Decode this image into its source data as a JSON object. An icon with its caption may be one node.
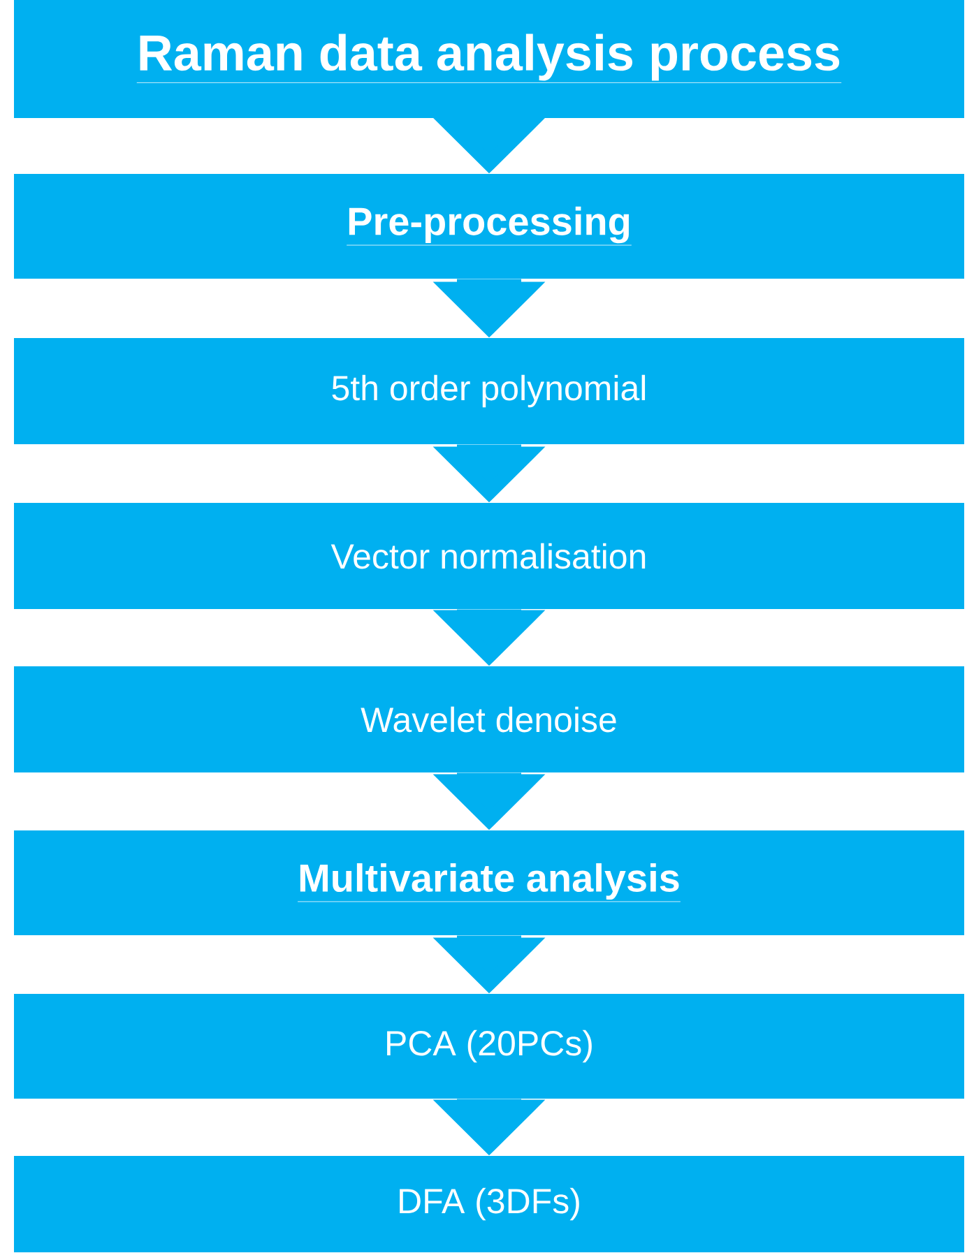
{
  "diagram": {
    "nodes": [
      {
        "text": [
          "Raman data analysis process"
        ]
      },
      {
        "text": [
          "Pre-processing"
        ]
      },
      {
        "text": [
          "5th order polynomial"
        ]
      },
      {
        "text": [
          "Vector normalisation"
        ]
      },
      {
        "text": [
          "Wavelet denoise"
        ]
      },
      {
        "text": [
          "Multivariate analysis"
        ]
      },
      {
        "text": [
          "PCA (20PCs)"
        ]
      },
      {
        "text": [
          "DFA (3DFs)"
        ]
      }
    ],
    "edges": [
      {
        "from": 0,
        "to": 1,
        "arrow": "to"
      },
      {
        "from": 1,
        "to": 2,
        "arrow": "to"
      },
      {
        "from": 2,
        "to": 3,
        "arrow": "to"
      },
      {
        "from": 3,
        "to": 4,
        "arrow": "to"
      },
      {
        "from": 4,
        "to": 5,
        "arrow": "to"
      },
      {
        "from": 5,
        "to": 6,
        "arrow": "to"
      },
      {
        "from": 6,
        "to": 7,
        "arrow": "to"
      }
    ]
  }
}
